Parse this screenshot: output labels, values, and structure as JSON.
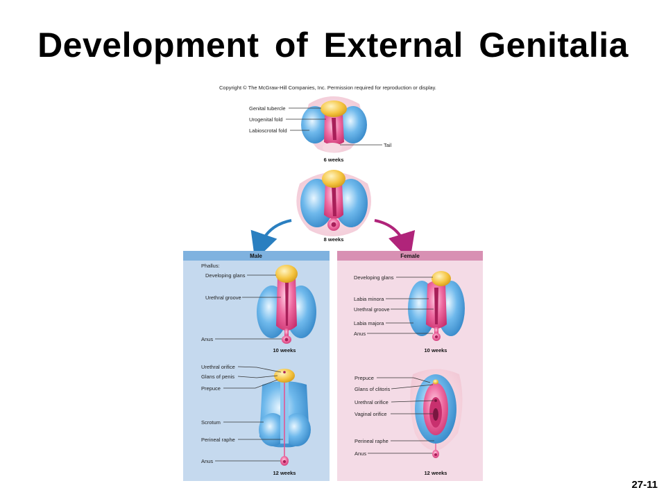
{
  "title": "Development of External Genitalia",
  "copyright": "Copyright © The McGraw-Hill Companies, Inc. Permission required for reproduction or display.",
  "slide_number": "27-11",
  "top": {
    "week6": {
      "caption": "6 weeks",
      "labels": [
        "Genital tubercle",
        "Urogenital fold",
        "Labioscrotal fold"
      ],
      "tail_label": "Tail"
    },
    "week8": {
      "caption": "8 weeks"
    }
  },
  "male": {
    "header": "Male",
    "phallus_label": "Phallus:",
    "week10": {
      "caption": "10 weeks",
      "labels": [
        "Developing glans",
        "Urethral groove",
        "Anus"
      ]
    },
    "week12": {
      "caption": "12 weeks",
      "labels": [
        "Urethral orifice",
        "Glans of penis",
        "Prepuce",
        "Scrotum",
        "Perineal raphe",
        "Anus"
      ]
    }
  },
  "female": {
    "header": "Female",
    "week10": {
      "caption": "10 weeks",
      "labels": [
        "Developing glans",
        "Labia minora",
        "Urethral groove",
        "Labia majora",
        "Anus"
      ]
    },
    "week12": {
      "caption": "12 weeks",
      "labels": [
        "Prepuce",
        "Glans of clitoris",
        "Urethral orifice",
        "Vaginal orifice",
        "Perineal raphe",
        "Anus"
      ]
    }
  },
  "colors": {
    "male_panel": "#c5d9ee",
    "male_header": "#7fb2df",
    "female_panel": "#f4dbe6",
    "female_header": "#d890b3",
    "tissue_blue": "#4ea3e0",
    "tissue_pink": "#e84c8c",
    "glans_yellow": "#f5c542",
    "arrow_blue": "#2a7fc0",
    "arrow_magenta": "#b0247a"
  }
}
